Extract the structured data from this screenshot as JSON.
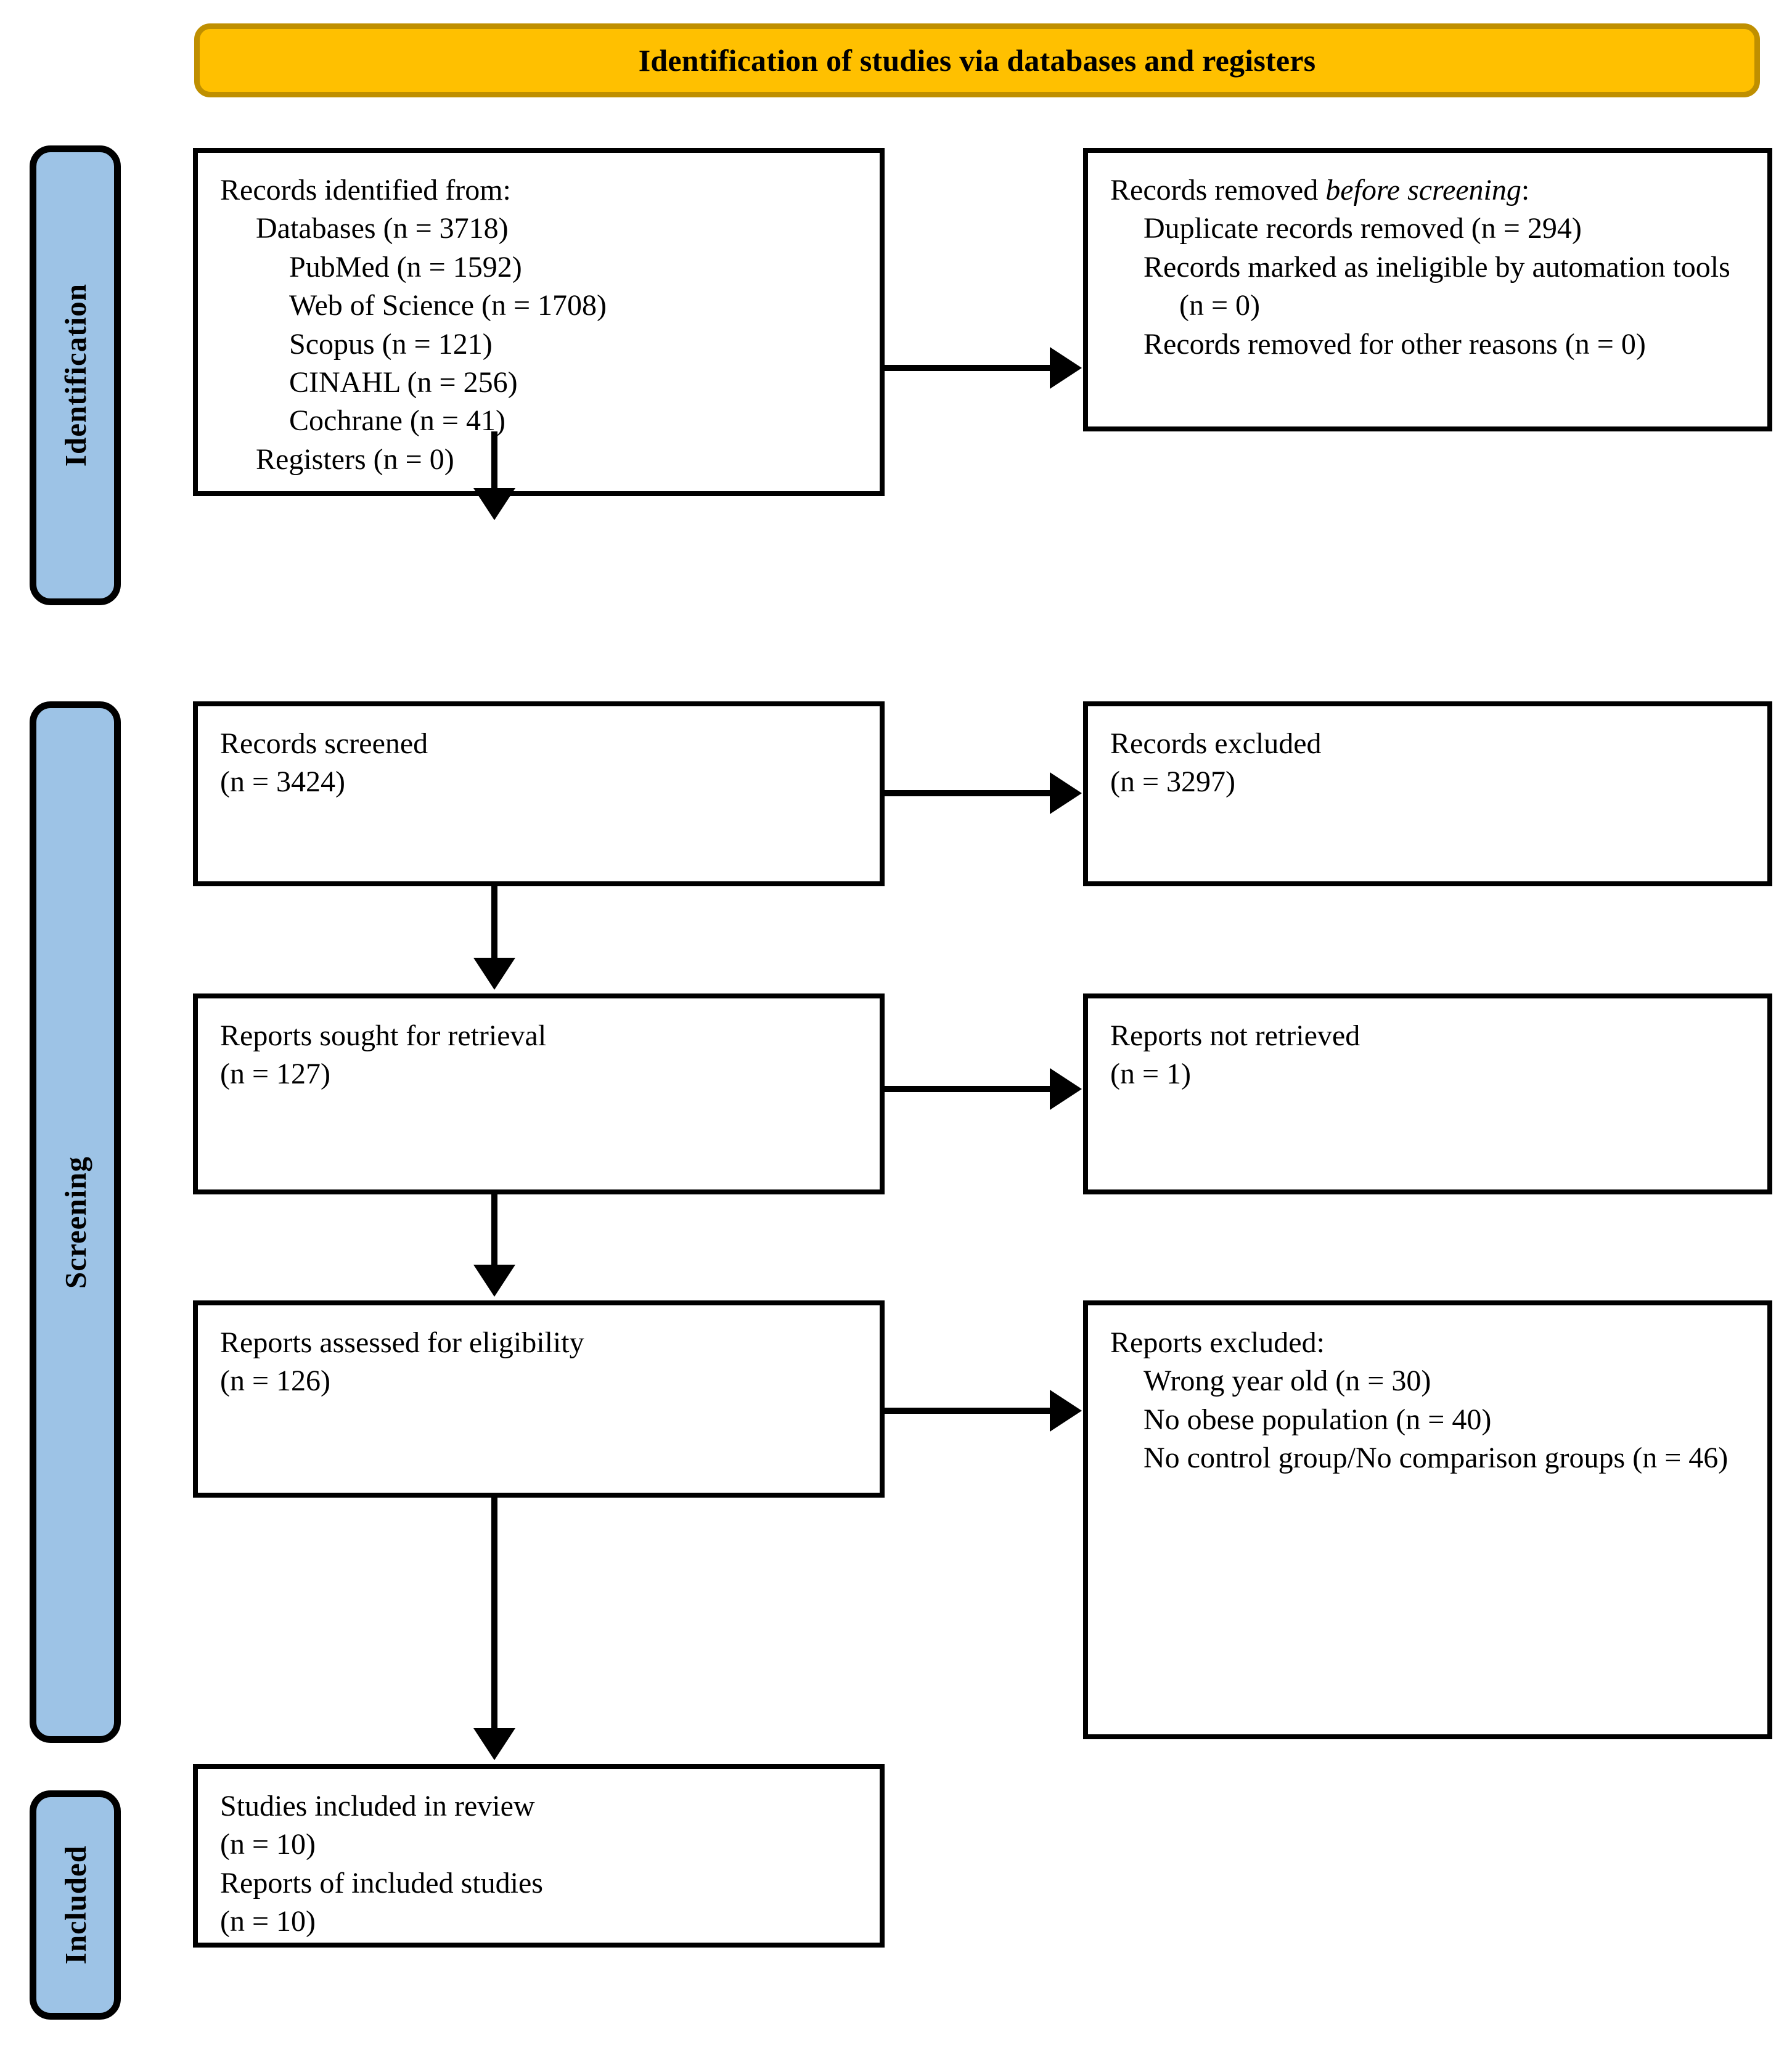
{
  "banner": {
    "title": "Identification of studies via databases and registers",
    "fill_color": "#FFC000",
    "border_color": "#BF8F00"
  },
  "stages": [
    {
      "id": "identification",
      "label": "Identification"
    },
    {
      "id": "screening",
      "label": "Screening"
    },
    {
      "id": "included",
      "label": "Included"
    }
  ],
  "stage_color": "#9DC3E6",
  "boxes": {
    "identified": {
      "title": "Records identified from:",
      "lines": [
        "Databases (n = 3718)",
        "PubMed (n = 1592)",
        "Web of Science (n = 1708)",
        "Scopus (n = 121)",
        "CINAHL (n = 256)",
        "Cochrane (n = 41)",
        "Registers (n = 0)"
      ]
    },
    "removed": {
      "title_prefix": "Records removed ",
      "title_italic": "before screening",
      "title_suffix": ":",
      "lines": [
        "Duplicate records removed (n = 294)",
        "Records marked as ineligible by automation tools (n = 0)",
        "Records removed for other reasons (n = 0)"
      ]
    },
    "screened": {
      "label": "Records screened",
      "count": "(n = 3424)"
    },
    "excluded": {
      "label": "Records excluded",
      "count": "(n = 3297)"
    },
    "sought": {
      "label": "Reports sought for retrieval",
      "count": "(n = 127)"
    },
    "not_retrieved": {
      "label": "Reports not retrieved",
      "count": "(n = 1)"
    },
    "assessed": {
      "label": "Reports assessed for eligibility",
      "count": "(n = 126)"
    },
    "reports_excluded": {
      "title": "Reports excluded:",
      "lines": [
        "Wrong year old (n = 30)",
        "No obese population (n = 40)",
        "No control group/No comparison groups (n = 46)"
      ]
    },
    "included": {
      "label_studies": "Studies included in review",
      "count_studies": "(n = 10)",
      "label_reports": "Reports of included studies",
      "count_reports": "(n = 10)"
    }
  }
}
